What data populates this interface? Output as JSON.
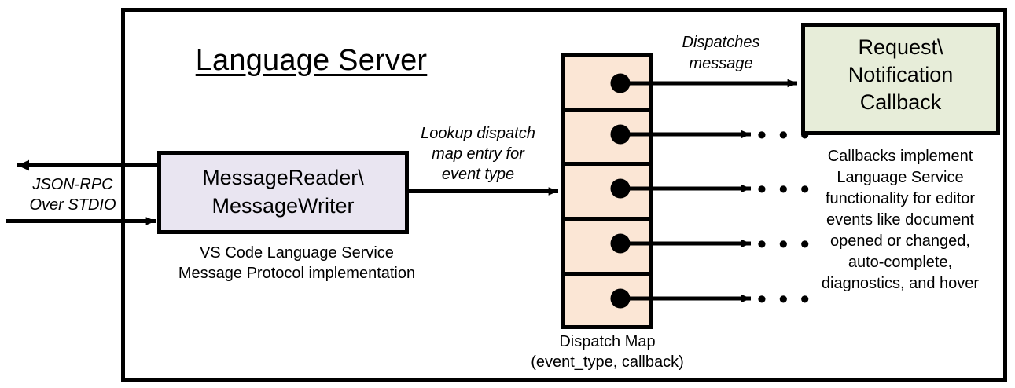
{
  "diagram": {
    "title": "Language Server",
    "outer_boundary_name": "language-server-boundary",
    "colors": {
      "stroke": "#000000",
      "background": "#ffffff",
      "message_box_fill": "#E9E5F1",
      "dispatch_cell_fill": "#FBE6D5",
      "callback_box_fill": "#E7EDD9"
    },
    "transport": {
      "label_line1": "JSON-RPC",
      "label_line2": "Over STDIO",
      "outbound_arrow_name": "outbound-jsonrpc-arrow",
      "inbound_arrow_name": "inbound-jsonrpc-arrow"
    },
    "message_box": {
      "label_line1": "MessageReader\\",
      "label_line2": "MessageWriter",
      "caption_line1": "VS Code Language Service",
      "caption_line2": "Message Protocol implementation"
    },
    "lookup_annotation": {
      "line1": "Lookup dispatch",
      "line2": "map entry for",
      "line3": "event type"
    },
    "dispatch_map": {
      "caption_line1": "Dispatch Map",
      "caption_line2": "(event_type, callback)",
      "cell_count": 5,
      "cells": [
        {
          "index": 0,
          "name": "dispatch-map-cell-1",
          "has_entry_dot": true
        },
        {
          "index": 1,
          "name": "dispatch-map-cell-2",
          "has_entry_dot": true
        },
        {
          "index": 2,
          "name": "dispatch-map-cell-3",
          "has_entry_dot": true
        },
        {
          "index": 3,
          "name": "dispatch-map-cell-4",
          "has_entry_dot": true
        },
        {
          "index": 4,
          "name": "dispatch-map-cell-5",
          "has_entry_dot": true
        }
      ]
    },
    "dispatch_annotation": {
      "line1": "Dispatches",
      "line2": "message"
    },
    "callback_box": {
      "label_line1": "Request\\",
      "label_line2": "Notification",
      "label_line3": "Callback",
      "caption_line1": "Callbacks implement",
      "caption_line2": "Language Service",
      "caption_line3": "functionality for editor",
      "caption_line4": "events like document",
      "caption_line5": "opened or changed,",
      "caption_line6": "auto-complete,",
      "caption_line7": "diagnostics, and hover"
    },
    "continuation_markers": {
      "glyph": "• • •",
      "count": 4
    }
  }
}
